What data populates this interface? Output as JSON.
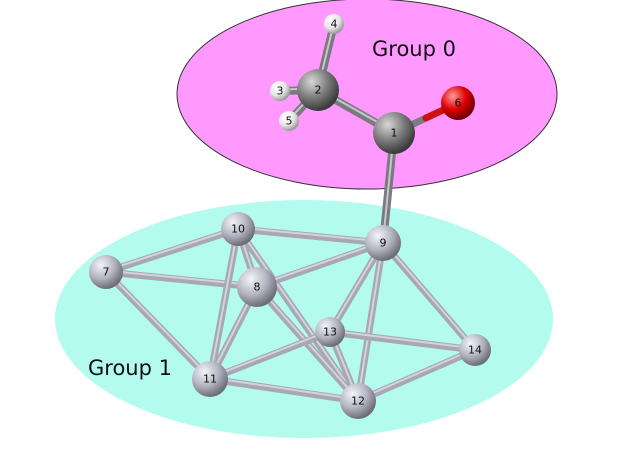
{
  "groups": [
    {
      "id": "group-0",
      "label": "Group 0",
      "color": "#ff99ff"
    },
    {
      "id": "group-1",
      "label": "Group 1",
      "color": "#b3fbee"
    }
  ],
  "atoms": [
    {
      "id": "1",
      "label": "1",
      "element": "C",
      "color": "#808080"
    },
    {
      "id": "2",
      "label": "2",
      "element": "C",
      "color": "#808080"
    },
    {
      "id": "3",
      "label": "3",
      "element": "H",
      "color": "#f0f0f0"
    },
    {
      "id": "4",
      "label": "4",
      "element": "H",
      "color": "#f0f0f0"
    },
    {
      "id": "5",
      "label": "5",
      "element": "H",
      "color": "#f0f0f0"
    },
    {
      "id": "6",
      "label": "6",
      "element": "O",
      "color": "#ff0d0d"
    },
    {
      "id": "7",
      "label": "7",
      "element": "M",
      "color": "#c2c2d0"
    },
    {
      "id": "8",
      "label": "8",
      "element": "M",
      "color": "#c2c2d0"
    },
    {
      "id": "9",
      "label": "9",
      "element": "M",
      "color": "#c2c2d0"
    },
    {
      "id": "10",
      "label": "10",
      "element": "M",
      "color": "#c2c2d0"
    },
    {
      "id": "11",
      "label": "11",
      "element": "M",
      "color": "#c2c2d0"
    },
    {
      "id": "12",
      "label": "12",
      "element": "M",
      "color": "#c2c2d0"
    },
    {
      "id": "13",
      "label": "13",
      "element": "M",
      "color": "#c2c2d0"
    },
    {
      "id": "14",
      "label": "14",
      "element": "M",
      "color": "#c2c2d0"
    }
  ],
  "bonds": [
    [
      "1",
      "2"
    ],
    [
      "1",
      "6"
    ],
    [
      "1",
      "9"
    ],
    [
      "2",
      "3"
    ],
    [
      "2",
      "4"
    ],
    [
      "2",
      "5"
    ],
    [
      "7",
      "10"
    ],
    [
      "7",
      "8"
    ],
    [
      "7",
      "11"
    ],
    [
      "10",
      "9"
    ],
    [
      "10",
      "8"
    ],
    [
      "10",
      "11"
    ],
    [
      "10",
      "12"
    ],
    [
      "8",
      "9"
    ],
    [
      "8",
      "11"
    ],
    [
      "8",
      "12"
    ],
    [
      "9",
      "13"
    ],
    [
      "9",
      "12"
    ],
    [
      "9",
      "14"
    ],
    [
      "11",
      "13"
    ],
    [
      "11",
      "12"
    ],
    [
      "13",
      "14"
    ],
    [
      "13",
      "12"
    ],
    [
      "12",
      "14"
    ]
  ],
  "colors": {
    "bond": "#a8a8b4",
    "bond_dark": "#7a7a80",
    "oxygen_bond": "#d01010"
  }
}
